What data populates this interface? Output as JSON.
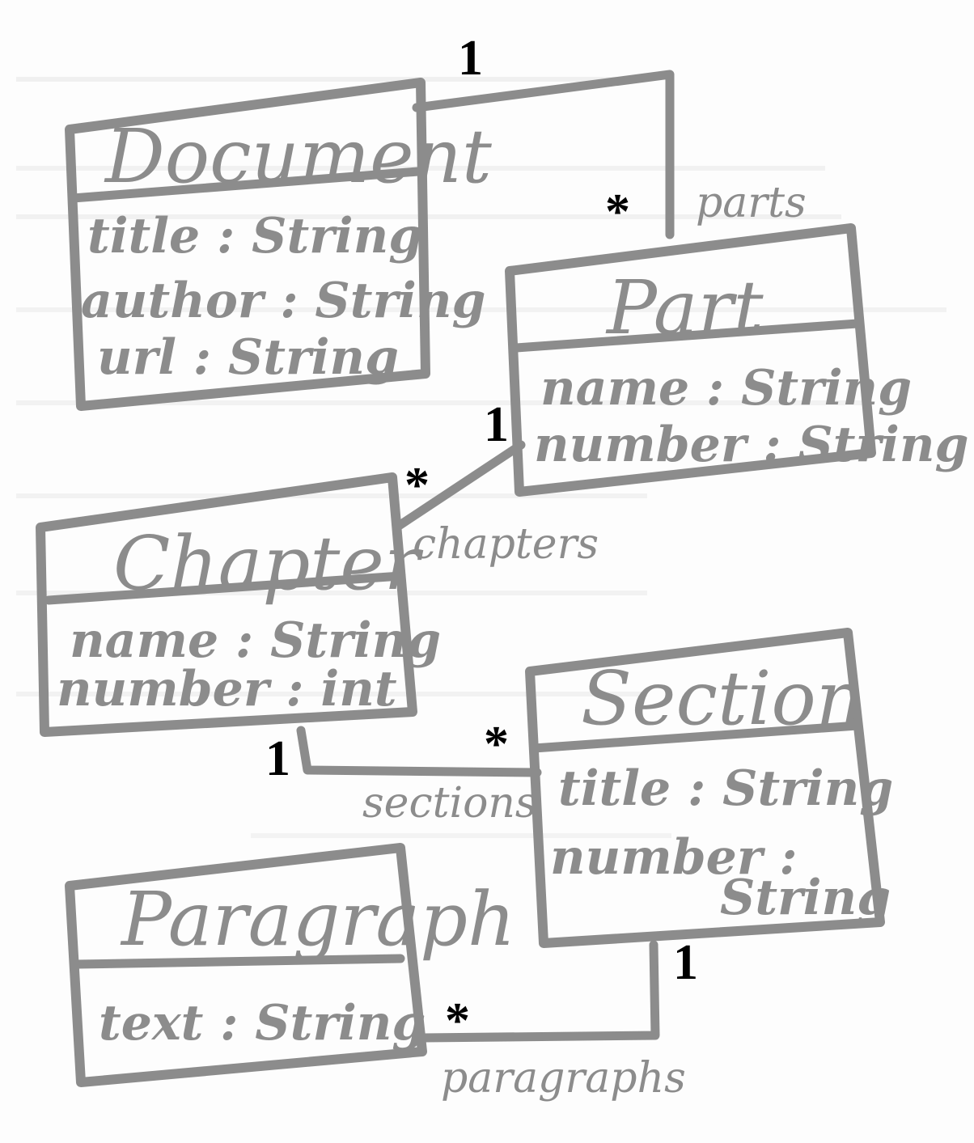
{
  "classes": {
    "document": {
      "name": "Document",
      "attrs": [
        "title : String",
        "author : String",
        "url : String"
      ]
    },
    "part": {
      "name": "Part",
      "attrs": [
        "name : String",
        "number : String"
      ]
    },
    "chapter": {
      "name": "Chapter",
      "attrs": [
        "name : String",
        "number : int"
      ]
    },
    "section": {
      "name": "Section",
      "attrs": [
        "title : String",
        "number :",
        "String"
      ]
    },
    "paragraph": {
      "name": "Paragraph",
      "attrs": [
        "text : String"
      ]
    }
  },
  "associations": {
    "document_parts": {
      "role": "parts",
      "source_mult": "1",
      "target_mult": "*"
    },
    "part_chapters": {
      "role": "chapters",
      "source_mult": "1",
      "target_mult": "*"
    },
    "chapter_sections": {
      "role": "sections",
      "source_mult": "1",
      "target_mult": "*"
    },
    "section_paragraphs": {
      "role": "paragraphs",
      "source_mult": "1",
      "target_mult": "*"
    }
  },
  "colors": {
    "ink": "#8c8c8c",
    "paper": "#fdfdfd"
  }
}
